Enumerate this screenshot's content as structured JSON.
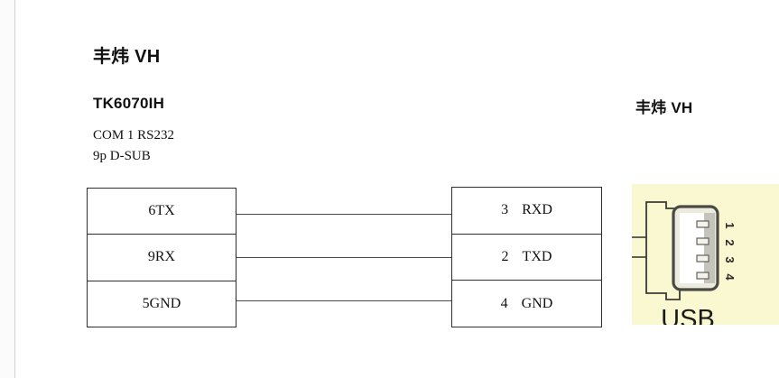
{
  "page": {
    "title": "丰炜 VH"
  },
  "left_device": {
    "name": "TK6070IH",
    "port": "COM 1 RS232",
    "connector": "9p D-SUB",
    "pins": [
      "6TX",
      "9RX",
      "5GND"
    ]
  },
  "right_device": {
    "name": "丰炜 VH",
    "pins": [
      {
        "num": "3",
        "label": "RXD"
      },
      {
        "num": "2",
        "label": "TXD"
      },
      {
        "num": "4",
        "label": "GND"
      }
    ]
  },
  "usb_figure": {
    "pin_numbers": [
      "1",
      "2",
      "3",
      "4"
    ],
    "caption": "USB"
  },
  "colors": {
    "figure_background": "#f9f8d0",
    "box_border": "#2e2e2e",
    "wire": "#4a4a4a",
    "side_strip": "#fbfbfb"
  }
}
